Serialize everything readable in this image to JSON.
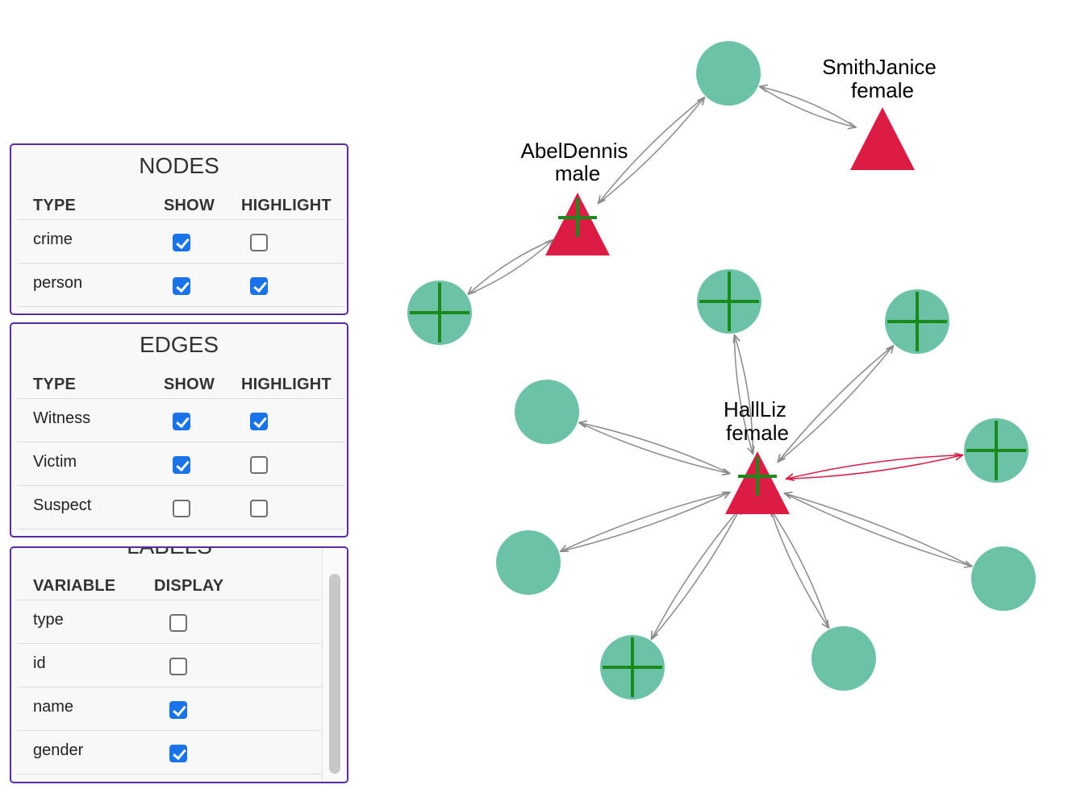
{
  "nodes_panel": {
    "title": "NODES",
    "headers": [
      "TYPE",
      "SHOW",
      "HIGHLIGHT"
    ],
    "rows": [
      {
        "label": "crime",
        "show": true,
        "highlight": false
      },
      {
        "label": "person",
        "show": true,
        "highlight": true
      }
    ]
  },
  "edges_panel": {
    "title": "EDGES",
    "headers": [
      "TYPE",
      "SHOW",
      "HIGHLIGHT"
    ],
    "rows": [
      {
        "label": "Witness",
        "show": true,
        "highlight": true
      },
      {
        "label": "Victim",
        "show": true,
        "highlight": false
      },
      {
        "label": "Suspect",
        "show": false,
        "highlight": false
      }
    ]
  },
  "labels_panel": {
    "title": "LABELS",
    "headers": [
      "VARIABLE",
      "DISPLAY"
    ],
    "rows": [
      {
        "label": "type",
        "display": false
      },
      {
        "label": "id",
        "display": false
      },
      {
        "label": "name",
        "display": true
      },
      {
        "label": "gender",
        "display": true
      }
    ]
  },
  "graph": {
    "colors": {
      "crime_node": "#6cc2a6",
      "person_node": "#dc1c44",
      "highlight_mark": "#1a8a1a",
      "edge": "#8a8a8a",
      "edge_highlight": "#dc1c44"
    },
    "labels": {
      "abel_name": "AbelDennis",
      "abel_gender": "male",
      "smith_name": "SmithJanice",
      "smith_gender": "female",
      "hall_name": "HallLiz",
      "hall_gender": "female"
    }
  }
}
